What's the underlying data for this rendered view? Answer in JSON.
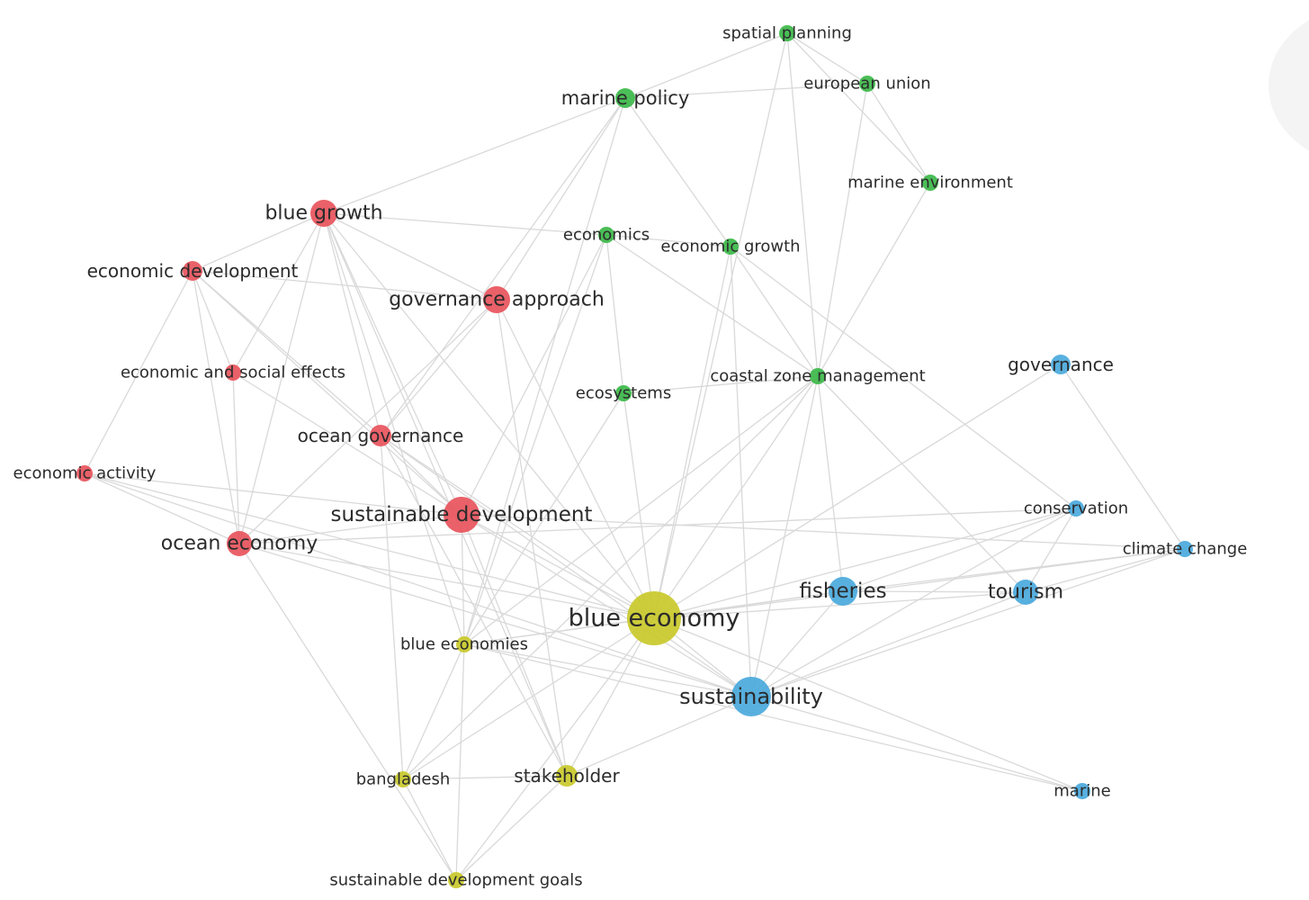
{
  "colors": {
    "red": "#e8545c",
    "green": "#3cb849",
    "blue": "#4aa9dc",
    "yellow": "#c9c92b",
    "edge": "#d9d9d9"
  },
  "nodes": [
    {
      "id": "spatial_planning",
      "label": "spatial planning",
      "cluster": "green"
    },
    {
      "id": "european_union",
      "label": "european union",
      "cluster": "green"
    },
    {
      "id": "marine_policy",
      "label": "marine policy",
      "cluster": "green"
    },
    {
      "id": "marine_environment",
      "label": "marine environment",
      "cluster": "green"
    },
    {
      "id": "economics",
      "label": "economics",
      "cluster": "green"
    },
    {
      "id": "economic_growth",
      "label": "economic growth",
      "cluster": "green"
    },
    {
      "id": "ecosystems",
      "label": "ecosystems",
      "cluster": "green"
    },
    {
      "id": "coastal_zone_management",
      "label": "coastal zone management",
      "cluster": "green"
    },
    {
      "id": "blue_growth",
      "label": "blue growth",
      "cluster": "red"
    },
    {
      "id": "economic_development",
      "label": "economic development",
      "cluster": "red"
    },
    {
      "id": "governance_approach",
      "label": "governance approach",
      "cluster": "red"
    },
    {
      "id": "economic_and_social_effects",
      "label": "economic and social effects",
      "cluster": "red"
    },
    {
      "id": "ocean_governance",
      "label": "ocean governance",
      "cluster": "red"
    },
    {
      "id": "economic_activity",
      "label": "economic activity",
      "cluster": "red"
    },
    {
      "id": "sustainable_development",
      "label": "sustainable development",
      "cluster": "red"
    },
    {
      "id": "ocean_economy",
      "label": "ocean economy",
      "cluster": "red"
    },
    {
      "id": "governance",
      "label": "governance",
      "cluster": "blue"
    },
    {
      "id": "conservation",
      "label": "conservation",
      "cluster": "blue"
    },
    {
      "id": "climate_change",
      "label": "climate change",
      "cluster": "blue"
    },
    {
      "id": "fisheries",
      "label": "fisheries",
      "cluster": "blue"
    },
    {
      "id": "tourism",
      "label": "tourism",
      "cluster": "blue"
    },
    {
      "id": "sustainability",
      "label": "sustainability",
      "cluster": "blue"
    },
    {
      "id": "marine",
      "label": "marine",
      "cluster": "blue"
    },
    {
      "id": "blue_economy",
      "label": "blue economy",
      "cluster": "yellow"
    },
    {
      "id": "blue_economies",
      "label": "blue economies",
      "cluster": "yellow"
    },
    {
      "id": "bangladesh",
      "label": "bangladesh",
      "cluster": "yellow"
    },
    {
      "id": "stakeholder",
      "label": "stakeholder",
      "cluster": "yellow"
    },
    {
      "id": "sustainable_development_goals",
      "label": "sustainable development goals",
      "cluster": "yellow"
    }
  ],
  "edges": [
    [
      "spatial_planning",
      "marine_policy"
    ],
    [
      "spatial_planning",
      "european_union"
    ],
    [
      "spatial_planning",
      "marine_environment"
    ],
    [
      "spatial_planning",
      "coastal_zone_management"
    ],
    [
      "spatial_planning",
      "blue_economy"
    ],
    [
      "marine_policy",
      "european_union"
    ],
    [
      "marine_policy",
      "blue_growth"
    ],
    [
      "marine_policy",
      "economic_growth"
    ],
    [
      "marine_policy",
      "governance_approach"
    ],
    [
      "marine_policy",
      "ocean_governance"
    ],
    [
      "marine_policy",
      "blue_economies"
    ],
    [
      "european_union",
      "marine_environment"
    ],
    [
      "european_union",
      "coastal_zone_management"
    ],
    [
      "marine_environment",
      "coastal_zone_management"
    ],
    [
      "blue_growth",
      "economics"
    ],
    [
      "blue_growth",
      "economic_development"
    ],
    [
      "blue_growth",
      "governance_approach"
    ],
    [
      "blue_growth",
      "economic_and_social_effects"
    ],
    [
      "blue_growth",
      "ocean_governance"
    ],
    [
      "blue_growth",
      "sustainable_development"
    ],
    [
      "blue_growth",
      "ocean_economy"
    ],
    [
      "blue_growth",
      "blue_economy"
    ],
    [
      "blue_growth",
      "blue_economies"
    ],
    [
      "blue_growth",
      "stakeholder"
    ],
    [
      "economic_development",
      "governance_approach"
    ],
    [
      "economic_development",
      "economic_and_social_effects"
    ],
    [
      "economic_development",
      "economic_activity"
    ],
    [
      "economic_development",
      "ocean_economy"
    ],
    [
      "economic_development",
      "sustainable_development"
    ],
    [
      "economic_development",
      "ocean_governance"
    ],
    [
      "economic_and_social_effects",
      "ocean_economy"
    ],
    [
      "economic_and_social_effects",
      "sustainable_development"
    ],
    [
      "economic_activity",
      "ocean_economy"
    ],
    [
      "economic_activity",
      "sustainable_development"
    ],
    [
      "economic_activity",
      "blue_economy"
    ],
    [
      "economic_activity",
      "sustainability"
    ],
    [
      "economics",
      "economic_growth"
    ],
    [
      "economics",
      "ecosystems"
    ],
    [
      "economics",
      "coastal_zone_management"
    ],
    [
      "economics",
      "sustainable_development"
    ],
    [
      "economics",
      "blue_economies"
    ],
    [
      "economic_growth",
      "coastal_zone_management"
    ],
    [
      "economic_growth",
      "blue_economy"
    ],
    [
      "economic_growth",
      "sustainability"
    ],
    [
      "economic_growth",
      "conservation"
    ],
    [
      "ecosystems",
      "coastal_zone_management"
    ],
    [
      "ecosystems",
      "blue_economy"
    ],
    [
      "ecosystems",
      "blue_economies"
    ],
    [
      "coastal_zone_management",
      "blue_economy"
    ],
    [
      "coastal_zone_management",
      "fisheries"
    ],
    [
      "coastal_zone_management",
      "tourism"
    ],
    [
      "coastal_zone_management",
      "sustainability"
    ],
    [
      "coastal_zone_management",
      "blue_economies"
    ],
    [
      "coastal_zone_management",
      "bangladesh"
    ],
    [
      "governance_approach",
      "ocean_governance"
    ],
    [
      "governance_approach",
      "blue_economy"
    ],
    [
      "governance_approach",
      "stakeholder"
    ],
    [
      "governance_approach",
      "ocean_economy"
    ],
    [
      "ocean_governance",
      "sustainable_development"
    ],
    [
      "ocean_governance",
      "blue_economy"
    ],
    [
      "ocean_governance",
      "bangladesh"
    ],
    [
      "ocean_governance",
      "stakeholder"
    ],
    [
      "ocean_governance",
      "sustainability"
    ],
    [
      "sustainable_development",
      "ocean_economy"
    ],
    [
      "sustainable_development",
      "blue_economy"
    ],
    [
      "sustainable_development",
      "blue_economies"
    ],
    [
      "sustainable_development",
      "stakeholder"
    ],
    [
      "sustainable_development",
      "climate_change"
    ],
    [
      "sustainable_development",
      "sustainability"
    ],
    [
      "ocean_economy",
      "blue_economy"
    ],
    [
      "ocean_economy",
      "sustainability"
    ],
    [
      "ocean_economy",
      "sustainable_development_goals"
    ],
    [
      "ocean_economy",
      "conservation"
    ],
    [
      "governance",
      "blue_economy"
    ],
    [
      "governance",
      "climate_change"
    ],
    [
      "conservation",
      "blue_economy"
    ],
    [
      "conservation",
      "fisheries"
    ],
    [
      "conservation",
      "tourism"
    ],
    [
      "conservation",
      "sustainability"
    ],
    [
      "climate_change",
      "blue_economy"
    ],
    [
      "climate_change",
      "fisheries"
    ],
    [
      "climate_change",
      "sustainability"
    ],
    [
      "climate_change",
      "tourism"
    ],
    [
      "fisheries",
      "tourism"
    ],
    [
      "fisheries",
      "blue_economy"
    ],
    [
      "fisheries",
      "sustainability"
    ],
    [
      "fisheries",
      "blue_economies"
    ],
    [
      "tourism",
      "blue_economy"
    ],
    [
      "tourism",
      "sustainability"
    ],
    [
      "sustainability",
      "blue_economy"
    ],
    [
      "sustainability",
      "stakeholder"
    ],
    [
      "sustainability",
      "marine"
    ],
    [
      "sustainability",
      "blue_economies"
    ],
    [
      "blue_economy",
      "marine"
    ],
    [
      "blue_economy",
      "blue_economies"
    ],
    [
      "blue_economy",
      "bangladesh"
    ],
    [
      "blue_economy",
      "stakeholder"
    ],
    [
      "blue_economy",
      "sustainable_development_goals"
    ],
    [
      "blue_economies",
      "bangladesh"
    ],
    [
      "blue_economies",
      "sustainable_development_goals"
    ],
    [
      "blue_economies",
      "marine"
    ],
    [
      "bangladesh",
      "stakeholder"
    ],
    [
      "bangladesh",
      "sustainable_development_goals"
    ],
    [
      "stakeholder",
      "sustainable_development_goals"
    ]
  ]
}
